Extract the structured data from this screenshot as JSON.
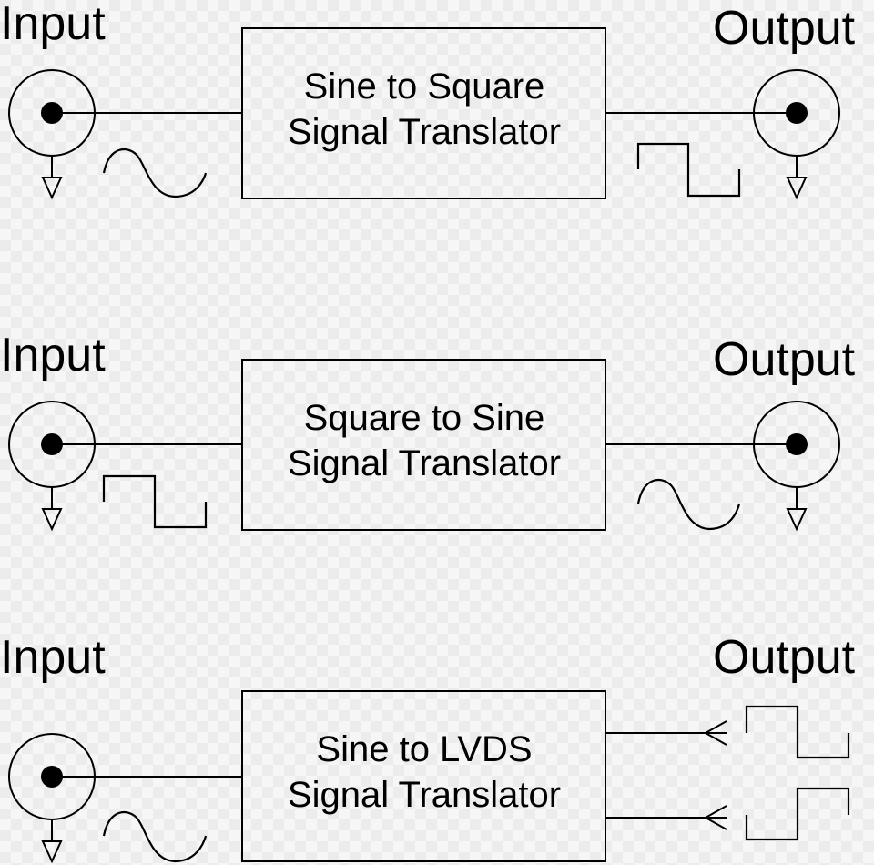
{
  "rows": [
    {
      "input_label": "Input",
      "output_label": "Output",
      "box_line1": "Sine to Square",
      "box_line2": "Signal Translator",
      "input_wave": "sine",
      "output_wave": "square",
      "output_type": "coax"
    },
    {
      "input_label": "Input",
      "output_label": "Output",
      "box_line1": "Square to Sine",
      "box_line2": "Signal Translator",
      "input_wave": "square",
      "output_wave": "sine",
      "output_type": "coax"
    },
    {
      "input_label": "Input",
      "output_label": "Output",
      "box_line1": "Sine to LVDS",
      "box_line2": "Signal Translator",
      "input_wave": "sine",
      "output_wave": "square",
      "output_type": "differential"
    }
  ],
  "icons": {
    "connector": "coax-connector-icon",
    "ground": "ground-icon",
    "sine": "sine-wave-icon",
    "square": "square-wave-icon",
    "arrow": "arrow-icon"
  }
}
